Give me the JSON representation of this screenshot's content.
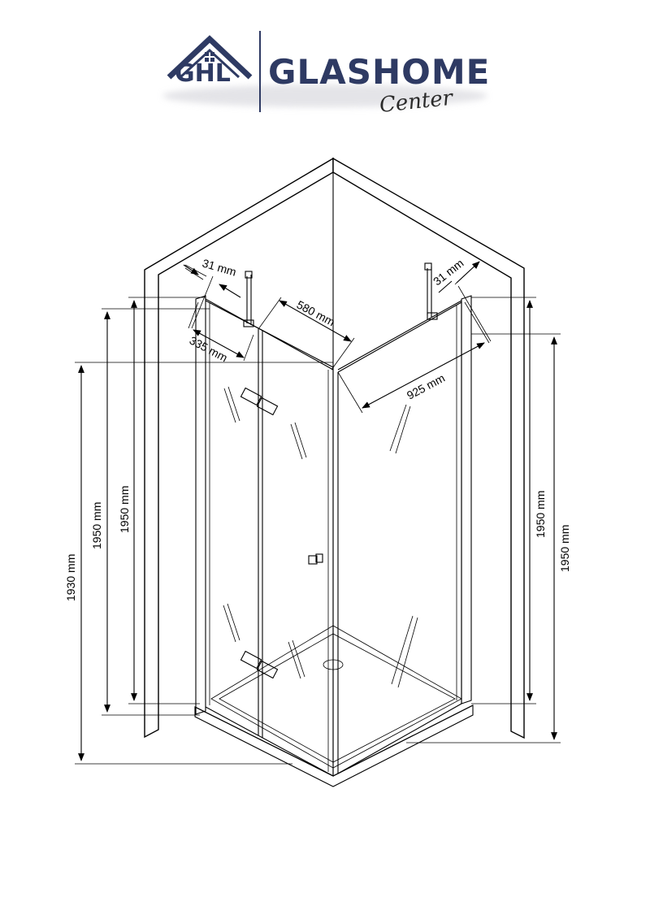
{
  "logo": {
    "brand_name": "GLASHOME",
    "script_text": "Center",
    "monogram": "GHL",
    "icon": "house-roof-icon",
    "colors": {
      "brand": "#2e3a63",
      "script": "#2b2b2b"
    }
  },
  "dimensions": {
    "profile_left": "31 mm",
    "profile_right": "31 mm",
    "door_panel_width": "580 mm",
    "fixed_panel_width": "335 mm",
    "side_panel_width": "925 mm",
    "total_height": "1930 mm",
    "left_height_outer": "1950 mm",
    "left_height_inner": "1950 mm",
    "right_height_inner": "1950 mm",
    "right_height_outer": "1950 mm"
  }
}
